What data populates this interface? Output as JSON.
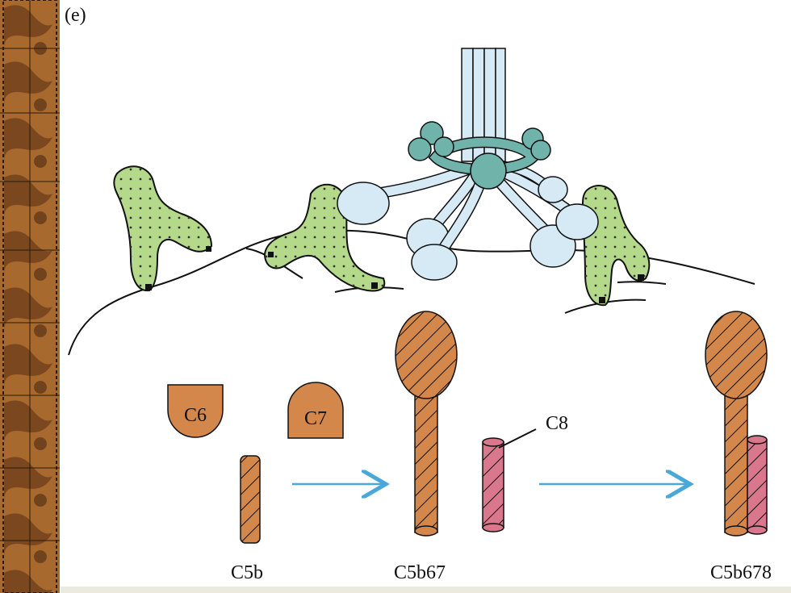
{
  "panel_label": "(e)",
  "labels": {
    "c6": "C6",
    "c7": "C7",
    "c8": "C8",
    "c5b": "C5b",
    "c5b67": "C5b67",
    "c5b678": "C5b678"
  },
  "colors": {
    "orange": "#d4874a",
    "pink": "#d9778c",
    "green": "#b5d98b",
    "light_blue": "#d6eaf5",
    "teal": "#6fb3ab",
    "arrow": "#4aa8d8",
    "side_strip": "#8b5a2b"
  }
}
